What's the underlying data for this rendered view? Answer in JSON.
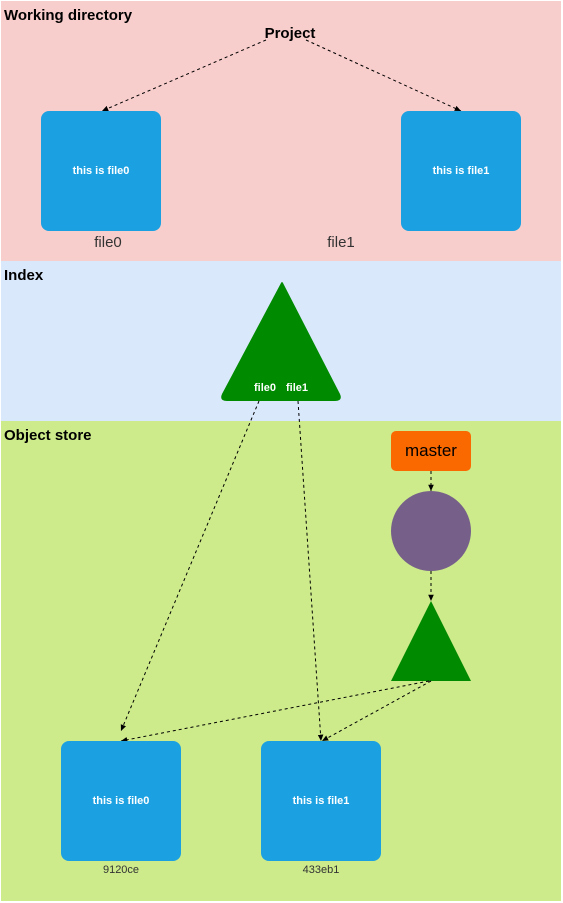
{
  "sections": {
    "working_directory": "Working directory",
    "index": "Index",
    "object_store": "Object store"
  },
  "working_directory": {
    "project_label": "Project",
    "files": [
      {
        "content": "this is file0",
        "name": "file0"
      },
      {
        "content": "this is file1",
        "name": "file1"
      }
    ]
  },
  "index_tree": {
    "entries": [
      "file0",
      "file1"
    ],
    "color": "#008a00"
  },
  "object_store": {
    "branch": "master",
    "branch_color": "#fa6800",
    "commit_color": "#76608a",
    "tree_color": "#008a00",
    "blobs": [
      {
        "content": "this is file0",
        "hash": "9120ce"
      },
      {
        "content": "this is file1",
        "hash": "433eb1"
      }
    ]
  },
  "colors": {
    "working_directory_bg": "#f8cecc",
    "index_bg": "#dae8fc",
    "object_store_bg": "#cdeb8b",
    "blob": "#1ba1e2"
  }
}
